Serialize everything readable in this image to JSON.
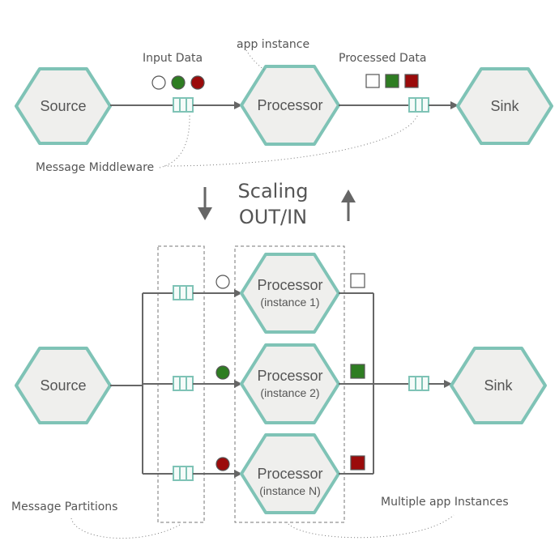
{
  "top": {
    "source_label": "Source",
    "processor_label": "Processor",
    "sink_label": "Sink",
    "input_data_label": "Input Data",
    "app_instance_label": "app instance",
    "processed_data_label": "Processed Data",
    "message_middleware_label": "Message Middleware"
  },
  "scaling": {
    "line1": "Scaling",
    "line2": "OUT/IN"
  },
  "bottom": {
    "source_label": "Source",
    "sink_label": "Sink",
    "processors": [
      {
        "title": "Processor",
        "subtitle": "(instance 1)"
      },
      {
        "title": "Processor",
        "subtitle": "(instance 2)"
      },
      {
        "title": "Processor",
        "subtitle": "(instance N)"
      }
    ],
    "message_partitions_label": "Message Partitions",
    "multiple_instances_label": "Multiple app Instances"
  },
  "colors": {
    "hex_fill": "#efefed",
    "hex_stroke": "#7fc3b6",
    "white": "#ffffff",
    "green": "#2e7d22",
    "red": "#9b0b0b"
  }
}
